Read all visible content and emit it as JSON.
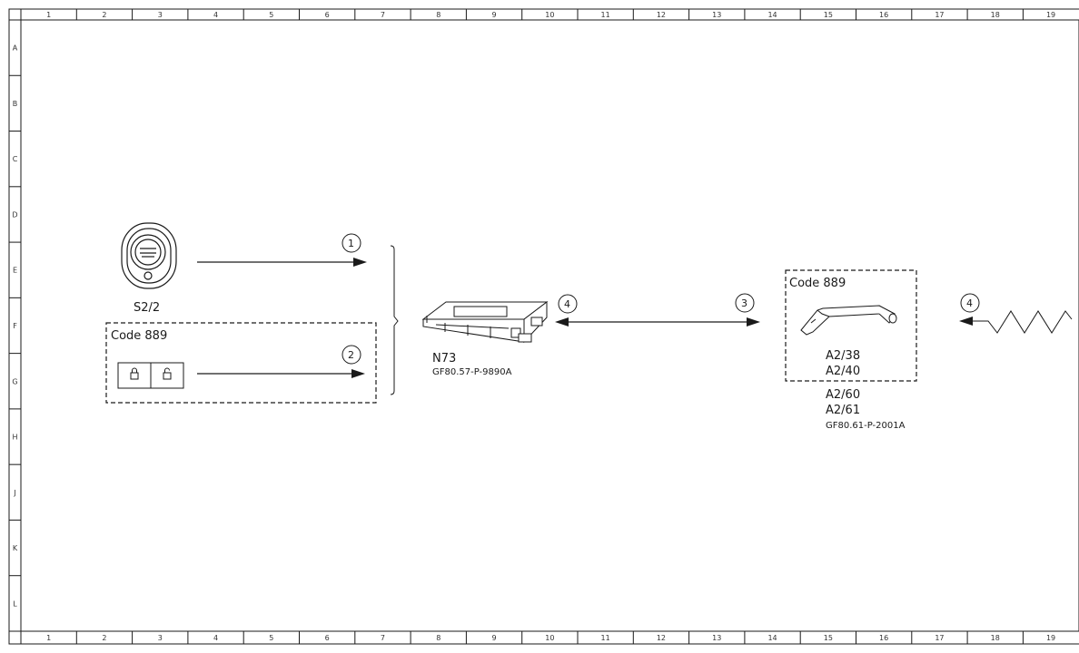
{
  "frame": {
    "columns": [
      "1",
      "2",
      "3",
      "4",
      "5",
      "6",
      "7",
      "8",
      "9",
      "10",
      "11",
      "12",
      "13",
      "14",
      "15",
      "16",
      "17",
      "18",
      "19"
    ],
    "rows": [
      "A",
      "B",
      "C",
      "D",
      "E",
      "F",
      "G",
      "H",
      "J",
      "K",
      "L"
    ]
  },
  "components": {
    "key": {
      "label": "S2/2"
    },
    "box_left": {
      "code": "Code 889"
    },
    "ecu": {
      "label": "N73",
      "ref": "GF80.57-P-9890A"
    },
    "box_right": {
      "code": "Code 889",
      "handle_labels": [
        "A2/38",
        "A2/40"
      ]
    },
    "handle_extra": [
      "A2/60",
      "A2/61"
    ],
    "handle_ref": "GF80.61-P-2001A"
  },
  "connections": {
    "c1": "1",
    "c2": "2",
    "c4_left": "4",
    "c3": "3",
    "c4_right": "4"
  },
  "colors": {
    "line": "#1a1a1a",
    "background": "#ffffff"
  }
}
